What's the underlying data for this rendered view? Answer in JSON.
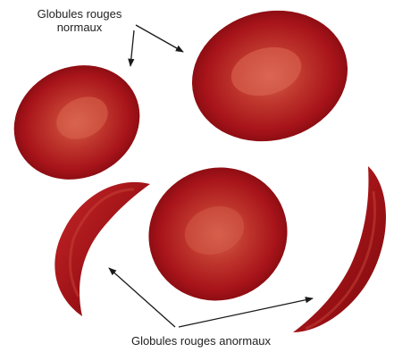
{
  "labels": {
    "normal_line1": "Globules rouges",
    "normal_line2": "normaux",
    "abnormal": "Globules rouges anormaux"
  },
  "colors": {
    "cell_dark": "#8e0d12",
    "cell_mid": "#b5181d",
    "cell_light": "#d45a4a",
    "arrow": "#1a1a1a"
  }
}
